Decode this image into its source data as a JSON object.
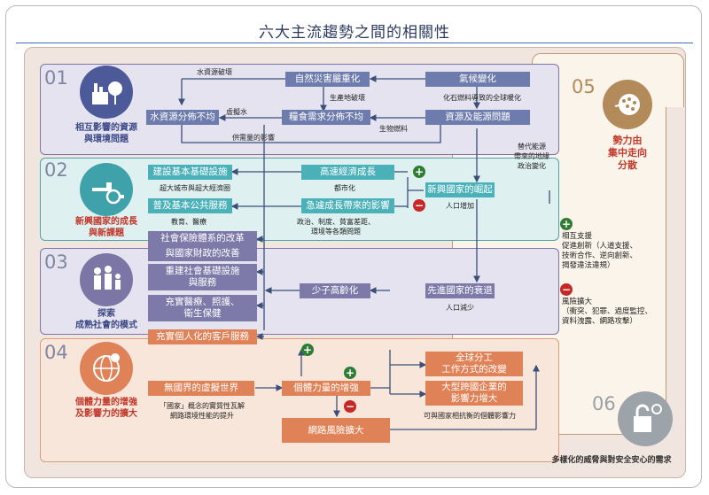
{
  "title": "六大主流趨勢之間的相關性",
  "sections": [
    {
      "num": "01",
      "label_line1": "相互影響的資源",
      "label_line2": "與環境問題",
      "color": "#3c4a86",
      "icon": "factory-tree-icon"
    },
    {
      "num": "02",
      "label_line1": "新興國家的成長",
      "label_line2": "與新課題",
      "color": "#c0392b",
      "icon": "faucet-plug-icon"
    },
    {
      "num": "03",
      "label_line1": "探索",
      "label_line2": "成熟社會的模式",
      "color": "#3c4a86",
      "icon": "family-icon"
    },
    {
      "num": "04",
      "label_line1": "個體力量的增強",
      "label_line2": "及影響力的擴大",
      "color": "#c0392b",
      "icon": "globe-person-icon"
    },
    {
      "num": "05",
      "label_line1": "勢力由",
      "label_line2": "集中走向",
      "label_line3": "分散",
      "color": "#c0392b",
      "icon": "seed-pod-icon"
    },
    {
      "num": "06",
      "label_line1": "多樣化的威脅與對安全安心的需求",
      "color": "#333333",
      "icon": "padlock-icon"
    }
  ],
  "boxes": {
    "disaster": "自然災害嚴重化",
    "climate": "氣候變化",
    "water": "水資源分佈不均",
    "food": "糧食需求分佈不均",
    "energy": "資源及能源問題",
    "infra": "建設基本基礎設施",
    "public": "普及基本公共服務",
    "growth": "高速經濟成長",
    "rapid": "急遽成長帶來的影響",
    "emerging": "新興國家的崛起",
    "welfare1": "社會保險體系的改革",
    "welfare2": "與國家財政的改善",
    "rebuild1": "重建社會基礎設施",
    "rebuild2": "與服務",
    "care1": "充實醫療、照護、",
    "care2": "衛生保健",
    "aging": "少子高齡化",
    "decline": "先進國家的衰退",
    "personal": "充實個人化的客戶服務",
    "virtual": "無國界的虛擬世界",
    "individual": "個體力量的增強",
    "global1": "全球分工",
    "global2": "工作方式的改變",
    "mnc1": "大型跨國企業的",
    "mnc2": "影響力增大",
    "risk": "網路風險擴大"
  },
  "labels": {
    "water_damage": "水資源破壞",
    "virtual_water": "虛擬水",
    "production_damage": "生產地破壞",
    "fossil": "化石燃料導致的全球暖化",
    "biofuel": "生物燃料",
    "supply_demand": "供需量的影響",
    "big_city": "超大城市與超大經濟圈",
    "education": "教育、醫療",
    "urbanize": "都市化",
    "politics1": "政治、制度、貧富差距、",
    "politics2": "環境等各類問題",
    "pop_increase": "人口增加",
    "pop_decrease": "人口減少",
    "alt_energy1": "替代能源",
    "alt_energy2": "帶來的地緣",
    "alt_energy3": "政治變化",
    "support_title": "相互支援",
    "support_1": "促進創新（人道支援、",
    "support_2": "技術合作、逆向創新、",
    "support_3": "揭發違法違規）",
    "risk_title": "風險擴大",
    "risk_1": "（衝突、犯罪、過度監控、",
    "risk_2": "資料洩露、網路攻擊）",
    "state_concept1": "「國家」概念的實質性瓦解",
    "state_concept2": "網路環境性能的提升",
    "rival_power": "可與國家相抗衡的個體影響力"
  },
  "signs": {
    "plus": "+",
    "minus": "−"
  }
}
